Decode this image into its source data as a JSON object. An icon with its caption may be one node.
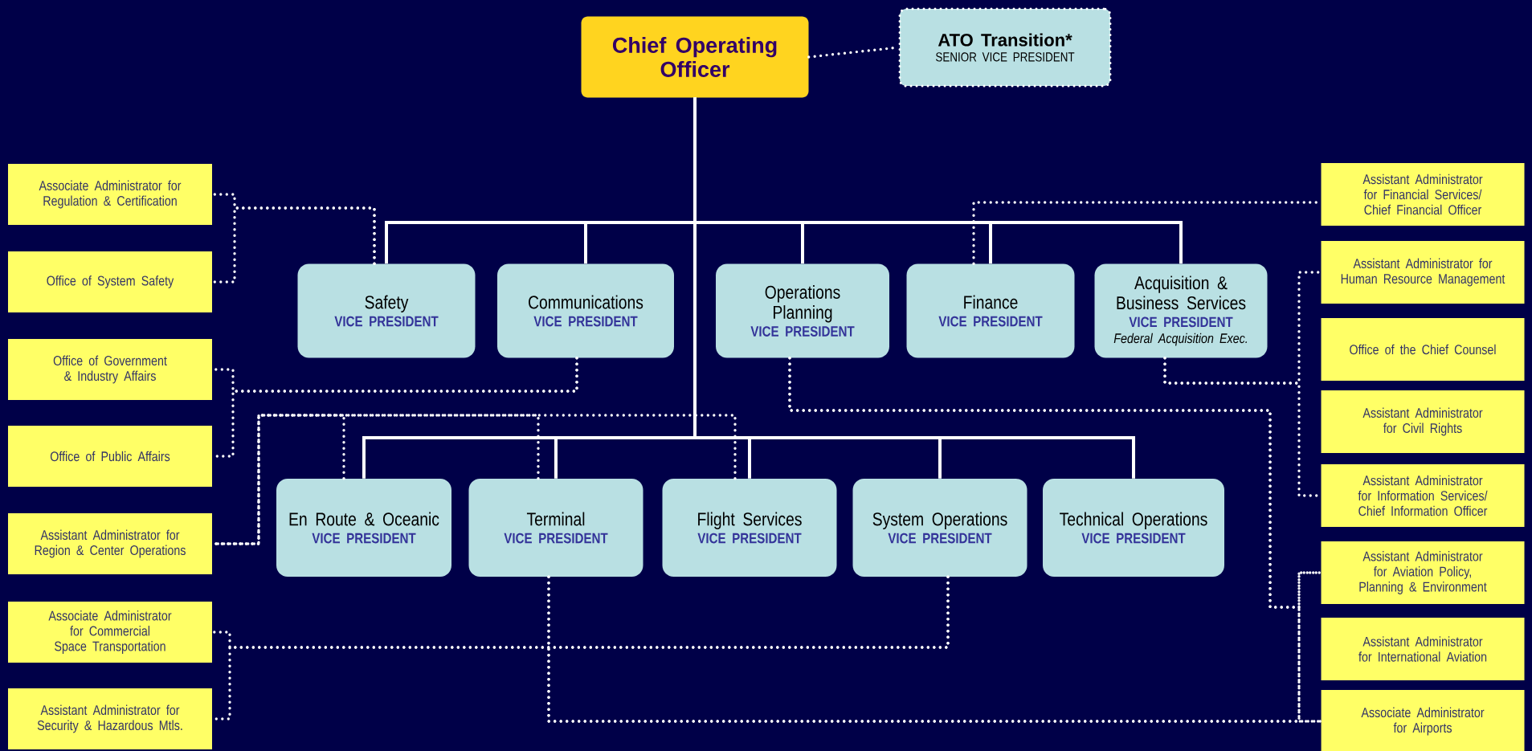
{
  "diagram": {
    "nodes": [
      {
        "text": [
          "Chief Operating Officer"
        ]
      },
      {
        "text": [
          "ATO Transition*",
          "SENIOR VICE PRESIDENT"
        ]
      },
      {
        "text": [
          "Safety",
          "VICE PRESIDENT"
        ]
      },
      {
        "text": [
          "Communications",
          "VICE PRESIDENT"
        ]
      },
      {
        "text": [
          "Operations Planning",
          "VICE PRESIDENT"
        ]
      },
      {
        "text": [
          "Finance",
          "VICE PRESIDENT"
        ]
      },
      {
        "text": [
          "Acquisition & Business Services",
          "VICE PRESIDENT",
          "Federal Acquisition Exec."
        ]
      },
      {
        "text": [
          "En Route & Oceanic",
          "VICE PRESIDENT"
        ]
      },
      {
        "text": [
          "Terminal",
          "VICE PRESIDENT"
        ]
      },
      {
        "text": [
          "Flight Services",
          "VICE PRESIDENT"
        ]
      },
      {
        "text": [
          "System Operations",
          "VICE PRESIDENT"
        ]
      },
      {
        "text": [
          "Technical Operations",
          "VICE PRESIDENT"
        ]
      },
      {
        "text": [
          "Associate Administrator for Regulation & Certification"
        ]
      },
      {
        "text": [
          "Office of System Safety"
        ]
      },
      {
        "text": [
          "Office of Government & Industry Affairs"
        ]
      },
      {
        "text": [
          "Office of Public Affairs"
        ]
      },
      {
        "text": [
          "Assistant Administrator for Region & Center Operations"
        ]
      },
      {
        "text": [
          "Associate Administrator for Commercial Space Transportation"
        ]
      },
      {
        "text": [
          "Assistant Administrator for Security & Hazardous Mtls."
        ]
      },
      {
        "text": [
          "Assistant Administrator for Financial Services/ Chief Financial Officer"
        ]
      },
      {
        "text": [
          "Assistant Administrator for Human Resource Management"
        ]
      },
      {
        "text": [
          "Office of the Chief Counsel"
        ]
      },
      {
        "text": [
          "Assistant Administrator for Civil Rights"
        ]
      },
      {
        "text": [
          "Assistant Administrator for Information Services/ Chief Information Officer"
        ]
      },
      {
        "text": [
          "Assistant Administrator for Aviation Policy, Planning & Environment"
        ]
      },
      {
        "text": [
          "Assistant Administrator for International Aviation"
        ]
      },
      {
        "text": [
          "Associate Administrator for Airports"
        ]
      }
    ],
    "edges": [
      {
        "from": 0,
        "to": 2,
        "arrow": "none"
      },
      {
        "from": 0,
        "to": 3,
        "arrow": "none"
      },
      {
        "from": 0,
        "to": 4,
        "arrow": "none"
      },
      {
        "from": 0,
        "to": 5,
        "arrow": "none"
      },
      {
        "from": 0,
        "to": 6,
        "arrow": "none"
      },
      {
        "from": 0,
        "to": 7,
        "arrow": "none"
      },
      {
        "from": 0,
        "to": 8,
        "arrow": "none"
      },
      {
        "from": 0,
        "to": 9,
        "arrow": "none"
      },
      {
        "from": 0,
        "to": 10,
        "arrow": "none"
      },
      {
        "from": 0,
        "to": 11,
        "arrow": "none"
      },
      {
        "from": 0,
        "to": 1,
        "arrow": "none",
        "style": "dashed"
      },
      {
        "from": 2,
        "to": 12,
        "arrow": "none",
        "style": "dashed"
      },
      {
        "from": 2,
        "to": 13,
        "arrow": "none",
        "style": "dashed"
      },
      {
        "from": 3,
        "to": 14,
        "arrow": "none",
        "style": "dashed"
      },
      {
        "from": 3,
        "to": 15,
        "arrow": "none",
        "style": "dashed"
      },
      {
        "from": 7,
        "to": 16,
        "arrow": "none",
        "style": "dashed"
      },
      {
        "from": 8,
        "to": 16,
        "arrow": "none",
        "style": "dashed"
      },
      {
        "from": 9,
        "to": 16,
        "arrow": "none",
        "style": "dashed"
      },
      {
        "from": 10,
        "to": 17,
        "arrow": "none",
        "style": "dashed"
      },
      {
        "from": 10,
        "to": 18,
        "arrow": "none",
        "style": "dashed"
      },
      {
        "from": 5,
        "to": 19,
        "arrow": "none",
        "style": "dashed"
      },
      {
        "from": 6,
        "to": 20,
        "arrow": "none",
        "style": "dashed"
      },
      {
        "from": 6,
        "to": 23,
        "arrow": "none",
        "style": "dashed"
      },
      {
        "from": 4,
        "to": 24,
        "arrow": "none",
        "style": "dashed"
      },
      {
        "from": 4,
        "to": 26,
        "arrow": "none",
        "style": "dashed"
      },
      {
        "from": 8,
        "to": 24,
        "arrow": "none",
        "style": "dashed"
      },
      {
        "from": 8,
        "to": 26,
        "arrow": "none",
        "style": "dashed"
      }
    ]
  }
}
